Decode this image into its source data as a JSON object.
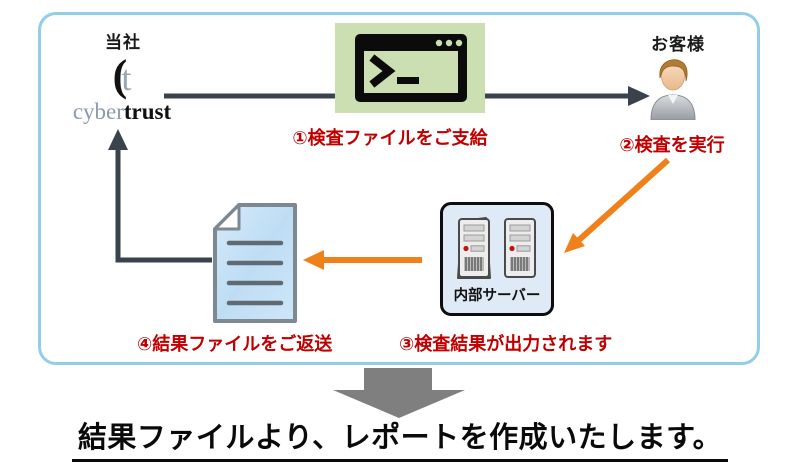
{
  "flow": {
    "company_label": "当社",
    "customer_label": "お客様",
    "logo": {
      "mark_left": "(",
      "mark_t": "t",
      "name_light": "cyber",
      "name_dark": "trust"
    },
    "step1": "①検査ファイルをご支給",
    "step2": "②検査を実行",
    "step3": "③検査結果が出力されます",
    "step4": "④結果ファイルをご返送",
    "server_label": "内部サーバー"
  },
  "footer": {
    "text": "結果ファイルより、レポートを作成いたします。"
  },
  "icons": [
    "terminal-icon",
    "customer-person-icon",
    "server-tower-icon",
    "result-document-icon",
    "down-block-arrow-icon"
  ],
  "colors": {
    "step_text_red": "#C00000",
    "arrow_orange": "#F08019",
    "arrow_dark": "#3A434D",
    "frame_blue": "#92CDEA",
    "terminal_green": "#CBDFB2",
    "server_box_fill": "#DEEAF6",
    "document_fill": "#C4E0F6",
    "block_arrow_gray": "#7F7F7F"
  }
}
